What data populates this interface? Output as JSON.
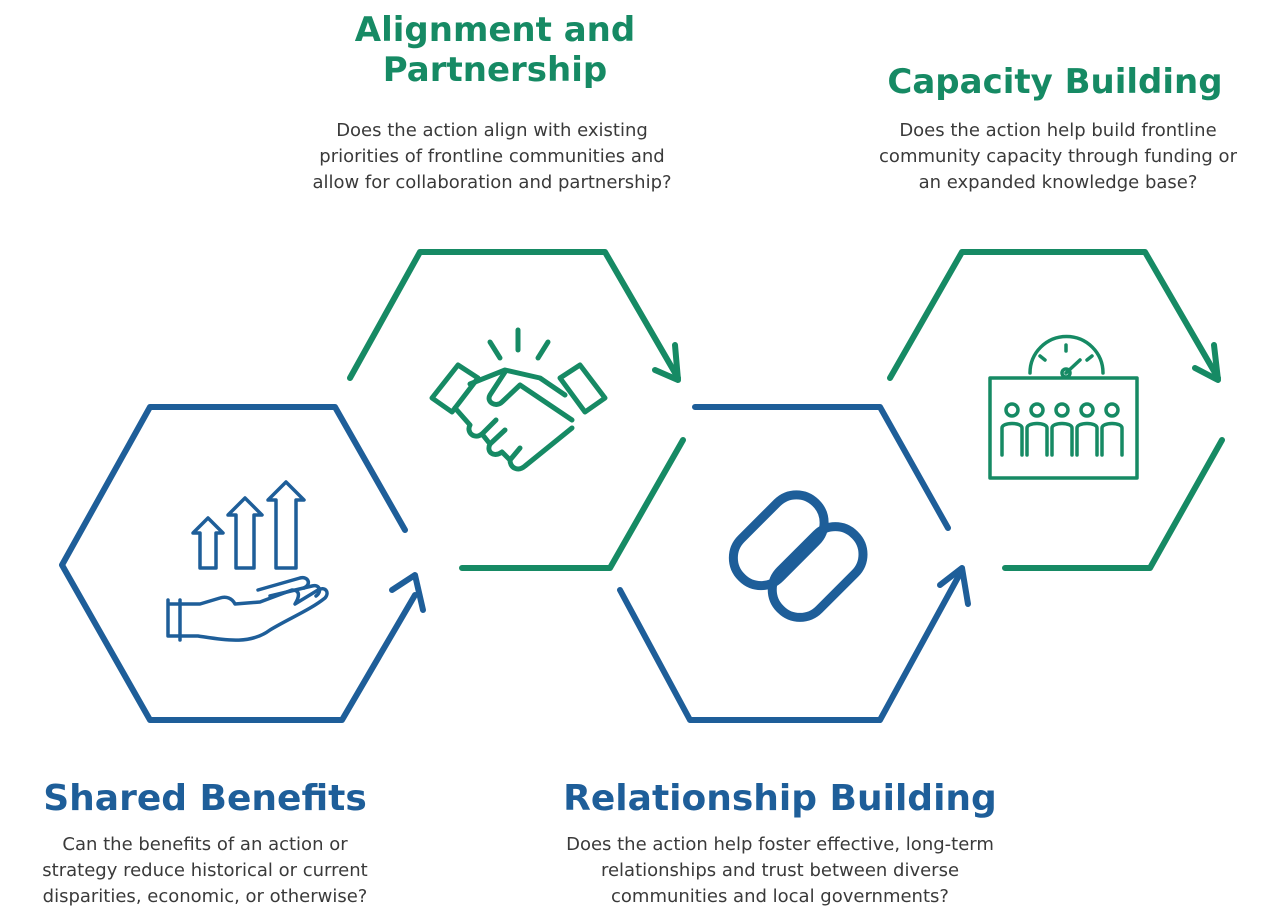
{
  "colors": {
    "green": "#168a64",
    "blue": "#1e5e99",
    "text": "#3a3a3a"
  },
  "steps": [
    {
      "title": "Alignment and Partnership",
      "title_lines": [
        "Alignment and",
        "Partnership"
      ],
      "description_lines": [
        "Does the action align with existing",
        "priorities of frontline communities and",
        "allow for collaboration and partnership?"
      ],
      "icon": "handshake-icon",
      "color": "green"
    },
    {
      "title": "Capacity Building",
      "description_lines": [
        "Does the action help build frontline",
        "community capacity through funding or",
        "an expanded knowledge base?"
      ],
      "icon": "gauge-community-icon",
      "color": "green"
    },
    {
      "title": "Shared Benefits",
      "description_lines": [
        "Can the benefits of an action or",
        "strategy reduce historical or current",
        "disparities, economic, or otherwise?"
      ],
      "icon": "hand-rising-arrows-icon",
      "color": "blue"
    },
    {
      "title": "Relationship Building",
      "description_lines": [
        "Does the action help foster effective, long-term",
        "relationships and trust between diverse",
        "communities and local governments?"
      ],
      "icon": "chain-link-icon",
      "color": "blue"
    }
  ]
}
